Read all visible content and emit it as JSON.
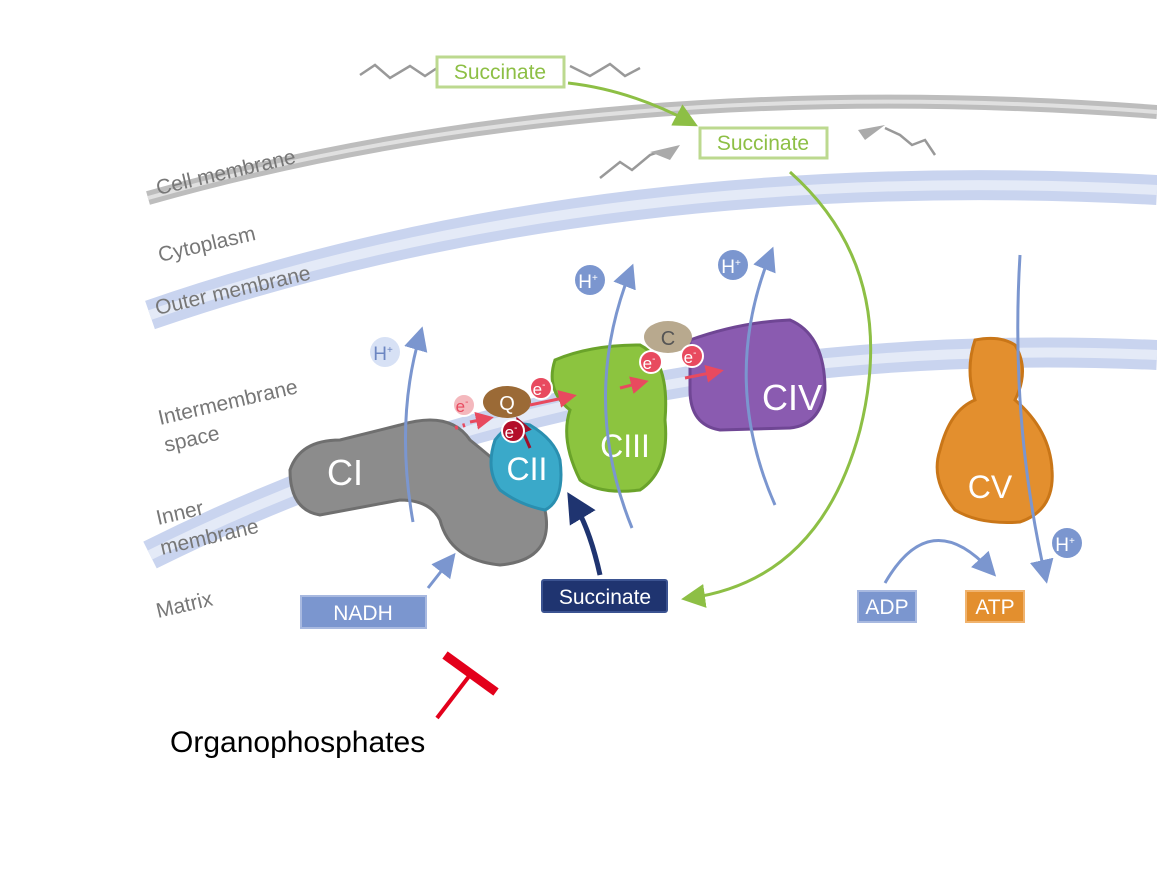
{
  "regions": {
    "cell_membrane": "Cell membrane",
    "cytoplasm": "Cytoplasm",
    "outer_membrane": "Outer membrane",
    "intermembrane_1": "Intermembrane",
    "intermembrane_2": "space",
    "inner_1": "Inner",
    "inner_2": "membrane",
    "matrix": "Matrix"
  },
  "complexes": {
    "ci": "CI",
    "cii": "CII",
    "ciii": "CIII",
    "civ": "CIV",
    "cv": "CV",
    "q": "Q",
    "c": "C"
  },
  "electron": "e",
  "electron_sup": "-",
  "proton": "H",
  "proton_sup": "+",
  "boxes": {
    "succinate_outside": "Succinate",
    "succinate_membrane": "Succinate",
    "succinate_matrix": "Succinate",
    "nadh": "NADH",
    "adp": "ADP",
    "atp": "ATP"
  },
  "inhibitor": "Organophosphates",
  "colors": {
    "succinate_green": "#8dbf45",
    "arrow_blue": "#7b96cf",
    "navy": "#1f3470",
    "inhibit_red": "#e3001b",
    "electron_red": "#e84a5f",
    "ci": "#8c8c8c",
    "cii": "#3aa9c9",
    "ciii": "#8cc43f",
    "civ": "#8a5bb0",
    "cv": "#e38f2e"
  }
}
